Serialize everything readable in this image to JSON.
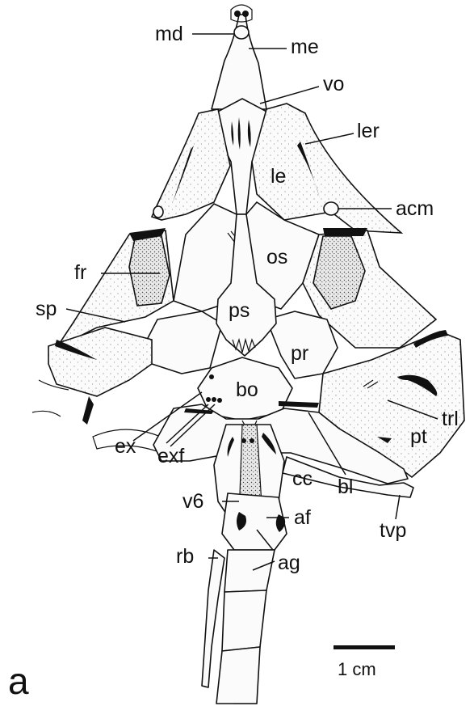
{
  "figure": {
    "panel_label": "a",
    "scale_bar_label": "1 cm",
    "labels": {
      "md": "md",
      "me": "me",
      "vo": "vo",
      "ler": "ler",
      "le": "le",
      "acm": "acm",
      "os": "os",
      "fr": "fr",
      "sp": "sp",
      "ps": "ps",
      "pr": "pr",
      "bo": "bo",
      "ex": "ex",
      "exf": "exf",
      "trl": "trl",
      "pt": "pt",
      "cc": "cc",
      "bl": "bl",
      "v6": "v6",
      "af": "af",
      "tvp": "tvp",
      "rb": "rb",
      "ag": "ag"
    }
  }
}
